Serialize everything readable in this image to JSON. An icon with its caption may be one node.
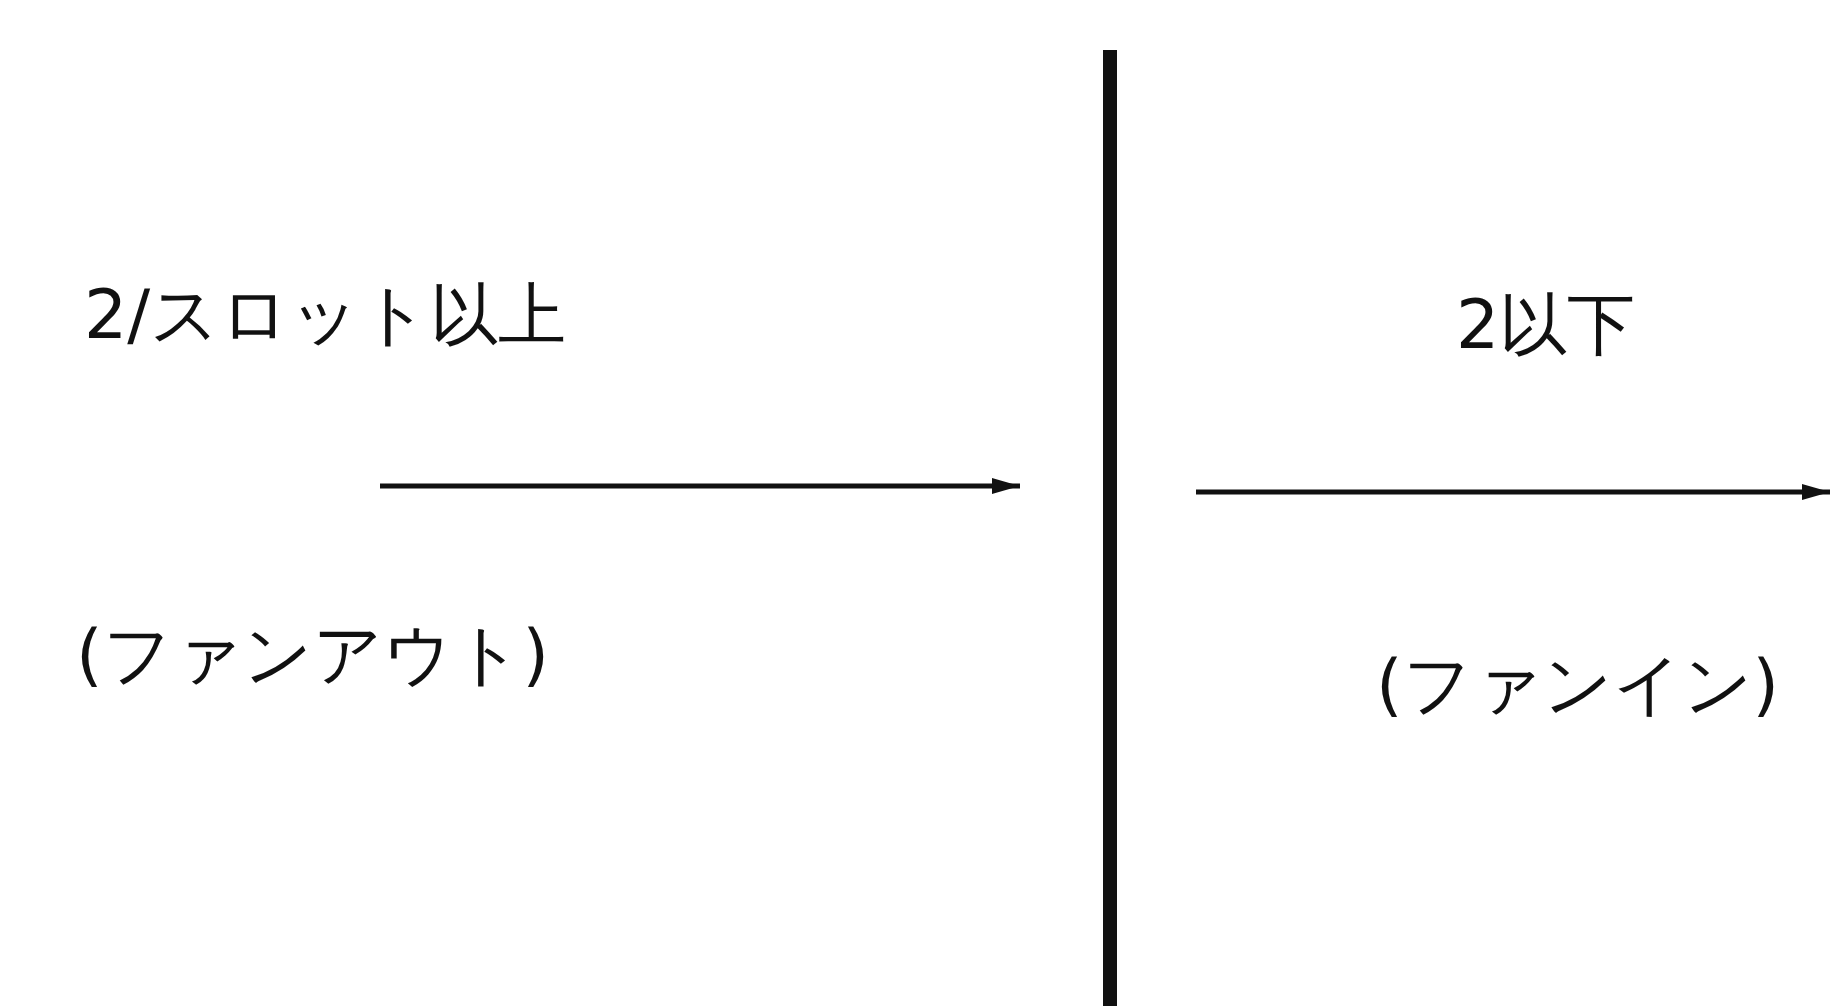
{
  "diagram": {
    "labels": [
      "2/スロット以上",
      "2以下",
      "(ファンアウト)",
      "(ファンイン)"
    ]
  }
}
